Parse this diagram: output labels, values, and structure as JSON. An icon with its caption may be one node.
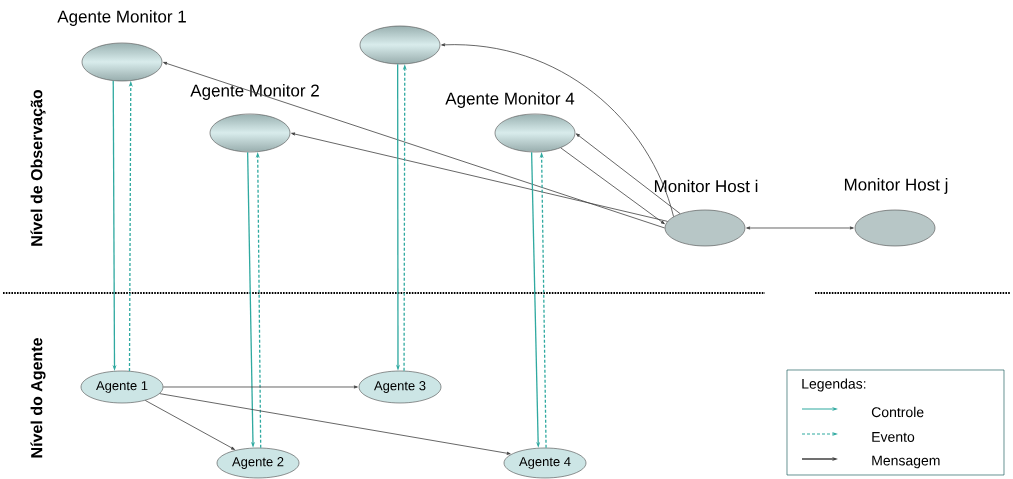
{
  "diagram": {
    "nodes": [
      {
        "text": [
          "Agente Monitor 1"
        ]
      },
      {
        "text": [],
        "shape": "ellipse"
      },
      {
        "text": [
          "Agente Monitor 2"
        ]
      },
      {
        "text": [
          "Agente Monitor 4"
        ]
      },
      {
        "text": [
          "Monitor Host i"
        ]
      },
      {
        "text": [
          "Monitor Host j"
        ]
      },
      {
        "text": [
          "Agente 1"
        ]
      },
      {
        "text": [
          "Agente 3"
        ]
      },
      {
        "text": [
          "Agente 2"
        ]
      },
      {
        "text": [
          "Agente 4"
        ]
      }
    ],
    "edges": [
      {
        "from": 4,
        "to": 0,
        "arrow": "to"
      },
      {
        "from": 4,
        "to": 2,
        "arrow": "to"
      },
      {
        "from": 4,
        "to": 1,
        "arrow": "to"
      },
      {
        "from": 4,
        "to": 3,
        "arrow": "to"
      },
      {
        "from": 3,
        "to": 4,
        "arrow": "to"
      },
      {
        "from": 4,
        "to": 5,
        "arrow": "both"
      },
      {
        "from": 0,
        "to": 6,
        "arrow": "to",
        "color": "#2fa9a0"
      },
      {
        "from": 6,
        "to": 0,
        "arrow": "to",
        "style": "dashed",
        "color": "#2fa9a0"
      },
      {
        "from": 2,
        "to": 8,
        "arrow": "to",
        "color": "#2fa9a0"
      },
      {
        "from": 8,
        "to": 2,
        "arrow": "to",
        "style": "dashed",
        "color": "#2fa9a0"
      },
      {
        "from": 1,
        "to": 7,
        "arrow": "to",
        "color": "#2fa9a0"
      },
      {
        "from": 7,
        "to": 1,
        "arrow": "to",
        "style": "dashed",
        "color": "#2fa9a0"
      },
      {
        "from": 3,
        "to": 9,
        "arrow": "to",
        "color": "#2fa9a0"
      },
      {
        "from": 9,
        "to": 3,
        "arrow": "to",
        "style": "dashed",
        "color": "#2fa9a0"
      },
      {
        "from": 6,
        "to": 7,
        "arrow": "to"
      },
      {
        "from": 6,
        "to": 8,
        "arrow": "to"
      },
      {
        "from": 6,
        "to": 9,
        "arrow": "to"
      }
    ],
    "labels": [
      "Nível de Observação",
      "Nível do Agente",
      "Legendas:"
    ],
    "legend": [
      {
        "text": "Controle"
      },
      {
        "text": "Evento"
      },
      {
        "text": "Mensagem"
      }
    ]
  }
}
